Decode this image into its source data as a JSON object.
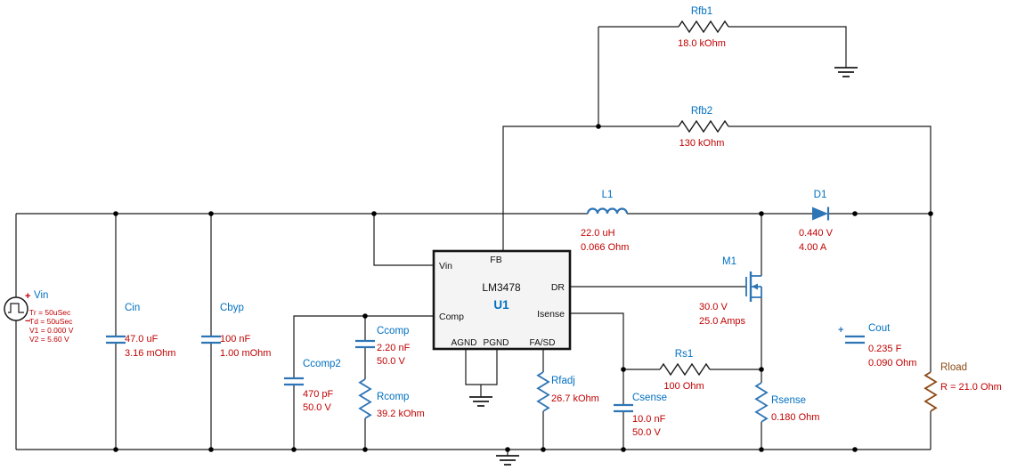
{
  "colors": {
    "name-blue": "#0070C0",
    "value-red": "#C00000",
    "symbol-blue": "#2E75B6",
    "wire-color": "#1a1a1a",
    "rload-brown": "#8C4A16"
  },
  "ic": {
    "ref": "U1",
    "part": "LM3478",
    "pins": {
      "vin": "Vin",
      "comp": "Comp",
      "fb": "FB",
      "dr": "DR",
      "isense": "Isense",
      "agnd": "AGND",
      "pgnd": "PGND",
      "fasd": "FA/SD"
    }
  },
  "components": {
    "vin": {
      "name": "Vin",
      "plus": "+",
      "minus": "−",
      "params": [
        "Tr = 50uSec",
        "Td = 50uSec",
        "V1 = 0.000 V",
        "V2 = 5.60 V"
      ]
    },
    "cin": {
      "name": "Cin",
      "value1": "47.0 uF",
      "value2": "3.16 mOhm"
    },
    "cbyp": {
      "name": "Cbyp",
      "value1": "100 nF",
      "value2": "1.00 mOhm"
    },
    "ccomp2": {
      "name": "Ccomp2",
      "value1": "470 pF",
      "value2": "50.0 V"
    },
    "ccomp": {
      "name": "Ccomp",
      "value1": "2.20 nF",
      "value2": "50.0 V"
    },
    "rcomp": {
      "name": "Rcomp",
      "value1": "39.2 kOhm"
    },
    "rfadj": {
      "name": "Rfadj",
      "value1": "26.7 kOhm"
    },
    "rfb1": {
      "name": "Rfb1",
      "value1": "18.0 kOhm"
    },
    "rfb2": {
      "name": "Rfb2",
      "value1": "130 kOhm"
    },
    "l1": {
      "name": "L1",
      "value1": "22.0 uH",
      "value2": "0.066 Ohm"
    },
    "m1": {
      "name": "M1",
      "value1": "30.0 V",
      "value2": "25.0 Amps"
    },
    "rs1": {
      "name": "Rs1",
      "value1": "100 Ohm"
    },
    "csense": {
      "name": "Csense",
      "value1": "10.0 nF",
      "value2": "50.0 V"
    },
    "rsense": {
      "name": "Rsense",
      "value1": "0.180 Ohm"
    },
    "d1": {
      "name": "D1",
      "value1": "0.440 V",
      "value2": "4.00 A"
    },
    "cout": {
      "name": "Cout",
      "plus": "+",
      "value1": "0.235 F",
      "value2": "0.090 Ohm"
    },
    "rload": {
      "name": "Rload",
      "value1": "R = 21.0 Ohm"
    }
  }
}
